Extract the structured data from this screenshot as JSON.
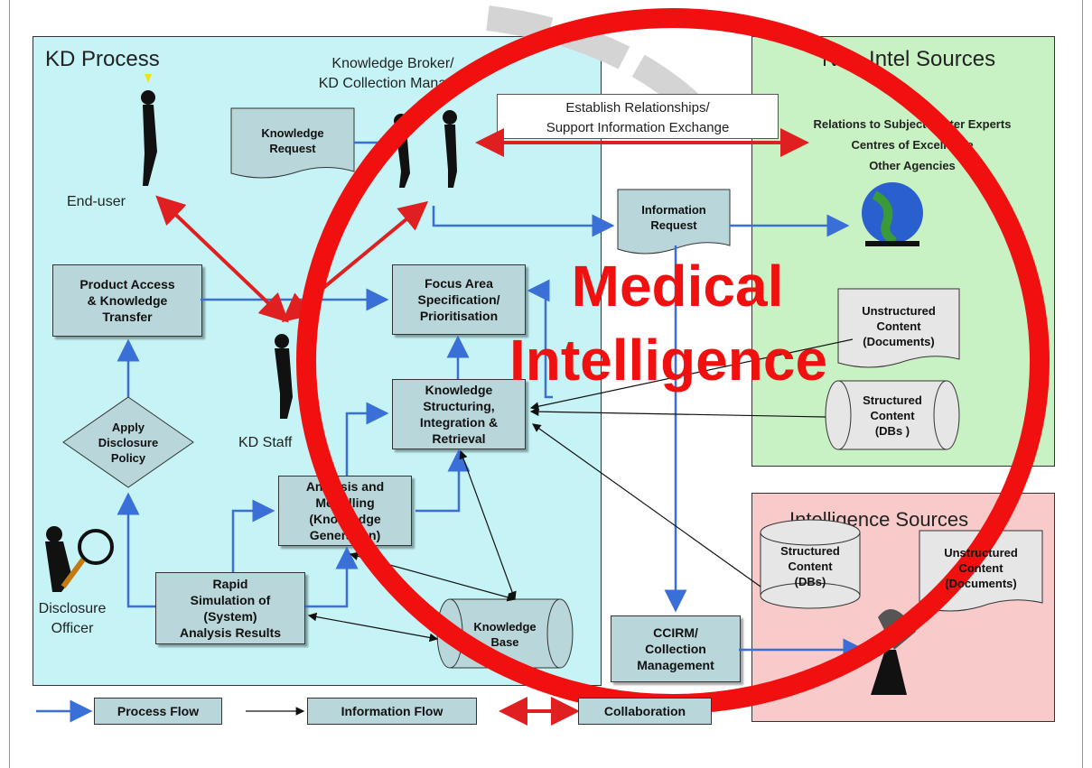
{
  "panels": {
    "kd_process": {
      "title": "KD Process"
    },
    "non_intel": {
      "title": "Non-Intel Sources",
      "relations": "Relations to Subject Matter Experts\nCentres of Excellence\nOther Agencies"
    },
    "intel": {
      "title": "Intelligence Sources"
    }
  },
  "actors": {
    "end_user": "End-user",
    "broker": "Knowledge Broker/\nKD Collection Manager",
    "kd_staff": "KD Staff",
    "disclosure_officer": "Disclosure\nOfficer"
  },
  "boxes": {
    "knowledge_request": "Knowledge\nRequest",
    "information_request": "Information\nRequest",
    "product_access": "Product Access\n& Knowledge\nTransfer",
    "focus_area": "Focus Area\nSpecification/\nPrioritisation",
    "structuring": "Knowledge\nStructuring,\nIntegration &\nRetrieval",
    "analysis": "Analysis and\nModelling\n(Knowledge\nGeneration)",
    "rapid": "Rapid\nSimulation of\n(System)\nAnalysis Results",
    "disclosure": "Apply\nDisclosure\nPolicy",
    "ccirm": "CCIRM/\nCollection\nManagement",
    "knowledge_base": "Knowledge\nBase",
    "unstructured_nonintel": "Unstructured\nContent\n(Documents)",
    "structured_nonintel": "Structured\nContent\n(DBs )",
    "structured_intel": "Structured\nContent\n(DBs)",
    "unstructured_intel": "Unstructured\nContent\n(Documents)"
  },
  "establish": "Establish Relationships/\nSupport Information Exchange",
  "legend": {
    "process_flow": "Process Flow",
    "information_flow": "Information Flow",
    "collaboration": "Collaboration"
  },
  "overlay": {
    "text_line1": "Medical",
    "text_line2": "Intelligence"
  },
  "colors": {
    "kd_panel": "#c6f4f6",
    "nonintel_panel": "#c9f2c4",
    "intel_panel": "#f8caca",
    "box_fill": "#b9d7da",
    "process_flow": "#3b6fd8",
    "collaboration": "#e02020",
    "overlay_red": "#f01010"
  }
}
